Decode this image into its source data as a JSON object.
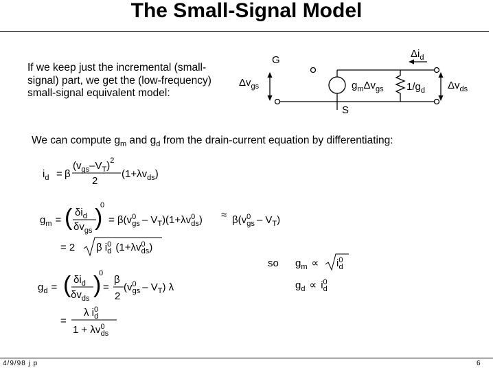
{
  "slide": {
    "title": "The Small-Signal Model",
    "intro_text": "If we keep just the incremental (small-signal) part, we get the (low-frequency) small-signal equivalent model:",
    "compute_text": "We can compute g and g from the drain-current equation by differentiating:",
    "compute_sub_gm": "m",
    "compute_sub_gd": "d"
  },
  "circuit": {
    "gate_label": "G",
    "source_label": "S",
    "delta_vgs": "Δv",
    "delta_vgs_sub": "gs",
    "delta_id": "Δi",
    "delta_id_sub": "d",
    "delta_vds": "Δv",
    "delta_vds_sub": "ds",
    "current_source": "g",
    "current_source_sub1": "m",
    "current_source_mid": "Δv",
    "current_source_sub2": "gs",
    "resistor": "1/g",
    "resistor_sub": "d"
  },
  "equations": {
    "id_lhs": "i",
    "id_lhs_sub": "d",
    "eq_sign": "=",
    "beta": "β",
    "id_numerator": "(v",
    "id_num_sub_gs": "gs",
    "id_num_minus": "–V",
    "id_num_sub_t": "T",
    "id_num_close": ")",
    "id_num_exp": "2",
    "id_denominator": "2",
    "id_factor": "(1+λv",
    "id_factor_sub": "ds",
    "id_factor_close": ")",
    "gm_lhs": "g",
    "gm_lhs_sub": "m",
    "partial_id": "δi",
    "partial_id_sub": "d",
    "partial_vgs": "δv",
    "partial_vgs_sub": "gs",
    "superscript_zero": "0",
    "gm_rhs1": "= β(v",
    "gm_rhs1_b": "– V",
    "gm_rhs1_c": ")(1+λv",
    "gm_rhs1_d": ")",
    "approx": "≈",
    "gm_rhs2": "β(v",
    "gm_rhs2_b": "– V",
    "gm_rhs2_c": ")",
    "gm_line2_prefix": "= 2",
    "gm_line2_beta": "β i",
    "gm_line2_b": "(1+λv",
    "gm_line2_c": ")",
    "so_label": "so",
    "prop_gm": "g",
    "prop_gm_sub": "m",
    "prop_symbol": "∝",
    "prop_id": "i",
    "prop_id_sub": "d",
    "prop_gd": "g",
    "prop_gd_sub": "d",
    "gd_lhs": "g",
    "gd_lhs_sub": "d",
    "partial_vds": "δv",
    "partial_vds_sub": "ds",
    "gd_rhs_eq": "=",
    "gd_beta": "β",
    "gd_two": "2",
    "gd_rhs": "(v",
    "gd_rhs_b": "– V",
    "gd_rhs_c": ") λ",
    "gd_line2_eq": "=",
    "gd_line2_num": "λ i",
    "gd_line2_den": "1 + λv"
  },
  "footer": {
    "date": "4/9/98 j p",
    "page": "6"
  }
}
